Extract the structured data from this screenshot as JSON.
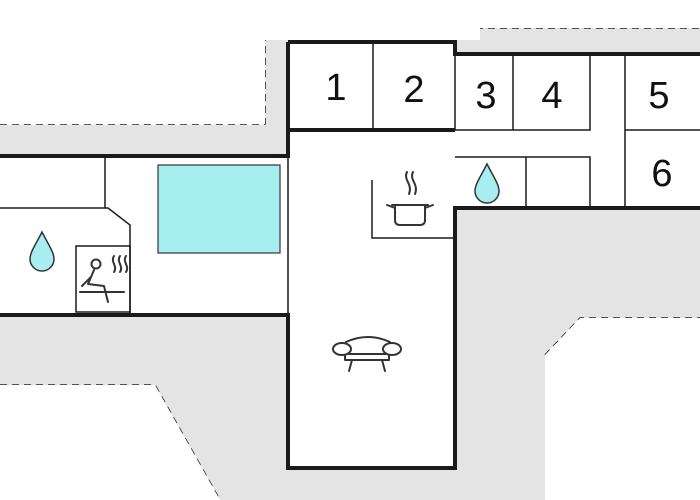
{
  "colors": {
    "background": "#ffffff",
    "outdoor_area": "#e4e4e4",
    "pool": "#a6eef0",
    "water_drop": "#a8eef0",
    "wall": "#1a1a1a"
  },
  "rooms": [
    {
      "id": "1",
      "label": "1"
    },
    {
      "id": "2",
      "label": "2"
    },
    {
      "id": "3",
      "label": "3"
    },
    {
      "id": "4",
      "label": "4"
    },
    {
      "id": "5",
      "label": "5"
    },
    {
      "id": "6",
      "label": "6"
    }
  ],
  "icons": [
    "water-drop-icon",
    "sauna-icon",
    "cooking-pot-icon",
    "sofa-icon",
    "pool"
  ]
}
